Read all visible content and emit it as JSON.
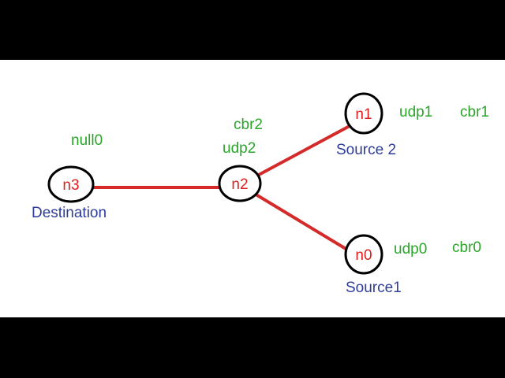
{
  "colors": {
    "link": "#d42a2a",
    "node_text": "#e0201f",
    "agent_text": "#2aa52a",
    "role_text": "#2e3d98",
    "node_stroke": "#000000",
    "frame": "#000000",
    "canvas": "#ffffff"
  },
  "nodes": {
    "n0": {
      "label": "n0",
      "role": "Source1",
      "agents": [
        "udp0",
        "cbr0"
      ]
    },
    "n1": {
      "label": "n1",
      "role": "Source 2",
      "agents": [
        "udp1",
        "cbr1"
      ]
    },
    "n2": {
      "label": "n2",
      "agents": [
        "udp2",
        "cbr2"
      ]
    },
    "n3": {
      "label": "n3",
      "role": "Destination",
      "agents": [
        "null0"
      ]
    }
  },
  "links": [
    {
      "from": "n3",
      "to": "n2"
    },
    {
      "from": "n2",
      "to": "n1"
    },
    {
      "from": "n2",
      "to": "n0"
    }
  ]
}
